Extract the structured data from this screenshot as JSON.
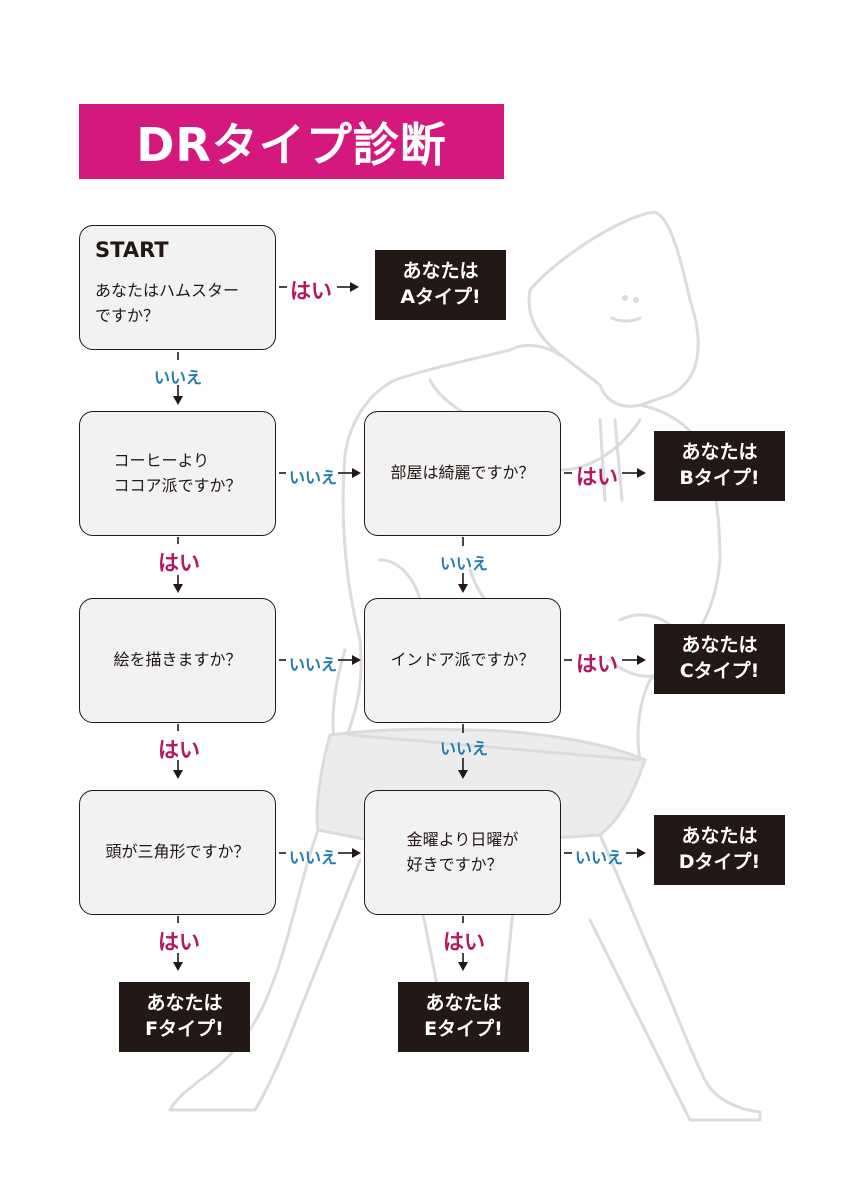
{
  "title": "DRタイプ診断",
  "start": {
    "label": "START",
    "question": "あなたはハムスター\nですか？"
  },
  "questions": {
    "q2": "コーヒーより\nココア派ですか？",
    "q3": "部屋は綺麗ですか？",
    "q4": "絵を描きますか？",
    "q5": "インドア派ですか？",
    "q6": "頭が三角形ですか？",
    "q7": "金曜より日曜が\n好きですか？"
  },
  "results": {
    "a": "あなたは\nAタイプ!",
    "b": "あなたは\nBタイプ!",
    "c": "あなたは\nCタイプ!",
    "d": "あなたは\nDタイプ!",
    "e": "あなたは\nEタイプ!",
    "f": "あなたは\nFタイプ!"
  },
  "answers": {
    "yes": "はい",
    "no": "いいえ"
  },
  "colors": {
    "title_bg": "#d4187e",
    "yes": "#b5175f",
    "no": "#1f7ab0",
    "result_bg": "#231815",
    "box_bg": "#f2f2f2"
  }
}
